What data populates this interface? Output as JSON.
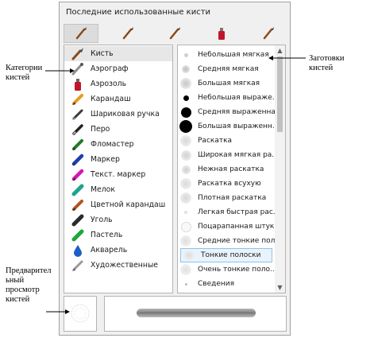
{
  "recent_brushes": {
    "title": "Последние использованные кисти",
    "items": [
      {
        "icon": "brush-icon",
        "selected": true
      },
      {
        "icon": "brush-icon",
        "selected": false
      },
      {
        "icon": "brush-icon",
        "selected": false
      },
      {
        "icon": "airbrush-icon",
        "selected": false
      },
      {
        "icon": "brush-icon",
        "selected": false
      }
    ]
  },
  "categories": [
    {
      "label": "Кисть",
      "icon": "brush-icon",
      "selected": true
    },
    {
      "label": "Аэрограф",
      "icon": "airbrush-icon"
    },
    {
      "label": "Аэрозоль",
      "icon": "spray-can-icon"
    },
    {
      "label": "Карандаш",
      "icon": "pencil-icon"
    },
    {
      "label": "Шариковая ручка",
      "icon": "ballpoint-pen-icon"
    },
    {
      "label": "Перо",
      "icon": "fountain-pen-icon"
    },
    {
      "label": "Фломастер",
      "icon": "felt-tip-icon"
    },
    {
      "label": "Маркер",
      "icon": "marker-icon"
    },
    {
      "label": "Текст. маркер",
      "icon": "highlighter-icon"
    },
    {
      "label": "Мелок",
      "icon": "crayon-icon"
    },
    {
      "label": "Цветной карандаш",
      "icon": "colored-pencil-icon"
    },
    {
      "label": "Уголь",
      "icon": "charcoal-icon"
    },
    {
      "label": "Пастель",
      "icon": "pastel-icon"
    },
    {
      "label": "Акварель",
      "icon": "watercolor-icon"
    },
    {
      "label": "Художественные",
      "icon": "artistic-brush-icon"
    }
  ],
  "presets": [
    {
      "label": "Небольшая мягкая",
      "dot": "tiny-soft"
    },
    {
      "label": "Средняя мягкая",
      "dot": "medium-soft"
    },
    {
      "label": "Большая мягкая",
      "dot": "large-soft"
    },
    {
      "label": "Небольшая выраже...",
      "dot": "small-hard"
    },
    {
      "label": "Средняя выраженная",
      "dot": "medium-hard"
    },
    {
      "label": "Большая выраженн...",
      "dot": "large-hard"
    },
    {
      "label": "Раскатка",
      "dot": "texture"
    },
    {
      "label": "Широкая мягкая ра...",
      "dot": "texture"
    },
    {
      "label": "Нежная раскатка",
      "dot": "texture"
    },
    {
      "label": "Раскатка всухую",
      "dot": "texture"
    },
    {
      "label": "Плотная раскатка",
      "dot": "texture"
    },
    {
      "label": "Легкая быстрая рас...",
      "dot": "faint"
    },
    {
      "label": "Поцарапанная штук...",
      "dot": "texture"
    },
    {
      "label": "Средние тонкие пол...",
      "dot": "texture"
    },
    {
      "label": "Тонкие полоски",
      "dot": "texture",
      "selected": true
    },
    {
      "label": "Очень тонкие поло...",
      "dot": "texture"
    },
    {
      "label": "Сведения",
      "dot": "faint"
    }
  ],
  "scrollbar": {
    "up_glyph": "▲",
    "down_glyph": "▼"
  },
  "preview": {
    "small_icon": "brush-tip-preview-icon",
    "large_icon": "brush-stroke-preview-icon"
  },
  "callouts": {
    "categories": "Категории\nкистей",
    "presets": "Заготовки\nкистей",
    "preview": "Предваритель\nный\nпросмотр\nкистей"
  },
  "colors": {
    "accent": "#8cc4ea",
    "panel_bg": "#f0f0f0",
    "selection": "#eaf3fb"
  }
}
